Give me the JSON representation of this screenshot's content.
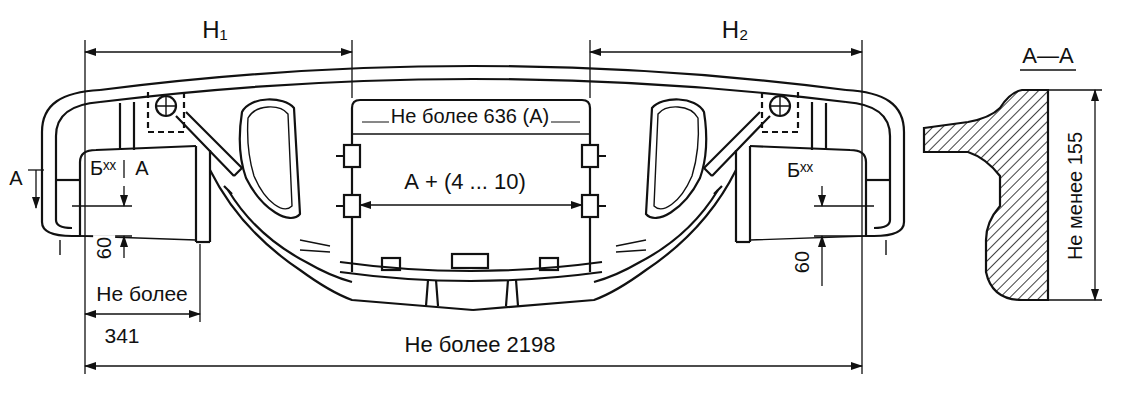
{
  "diagram": {
    "labels": [
      "H₁",
      "H₂",
      "Не более 636 (А)",
      "А + (4 ... 10)",
      "А",
      "Бˣˣ",
      "А",
      "60",
      "Не более",
      "341",
      "Не более 2198",
      "Бˣˣ",
      "60",
      "А—А",
      "Не менее 155"
    ]
  }
}
